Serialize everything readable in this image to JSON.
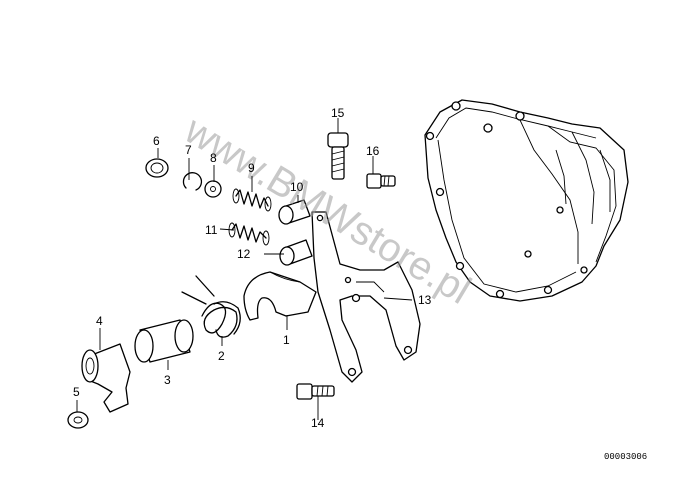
{
  "callouts": {
    "p1": "1",
    "p2": "2",
    "p3": "3",
    "p4": "4",
    "p5": "5",
    "p6": "6",
    "p7": "7",
    "p8": "8",
    "p9": "9",
    "p10": "10",
    "p11": "11",
    "p12": "12",
    "p13": "13",
    "p14": "14",
    "p15": "15",
    "p16": "16"
  },
  "watermark": "www.BMWstore.pl",
  "diagram_code": "00003006"
}
